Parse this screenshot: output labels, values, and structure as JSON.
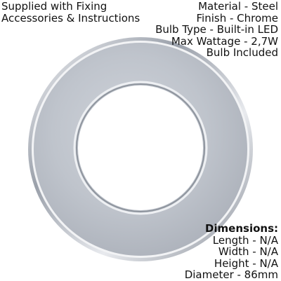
{
  "supply_note": {
    "lines": [
      "Supplied with Fixing",
      "Accessories & Instructions"
    ]
  },
  "specs": {
    "lines": [
      "Material - Steel",
      "Finish - Chrome",
      "Bulb Type - Built-in LED",
      "Max Wattage - 2,7W",
      "Bulb Included"
    ]
  },
  "dimensions": {
    "heading": "Dimensions:",
    "lines": [
      "Length - N/A",
      "Width - N/A",
      "Height - N/A",
      "Diameter - 86mm"
    ]
  },
  "product_image": {
    "icon": "round-chrome-downlight-icon",
    "colors": {
      "chrome_light": "#d9dce2",
      "chrome_mid": "#b9bec8",
      "chrome_dark": "#7f8590",
      "diffuser": "#ffffff"
    }
  }
}
